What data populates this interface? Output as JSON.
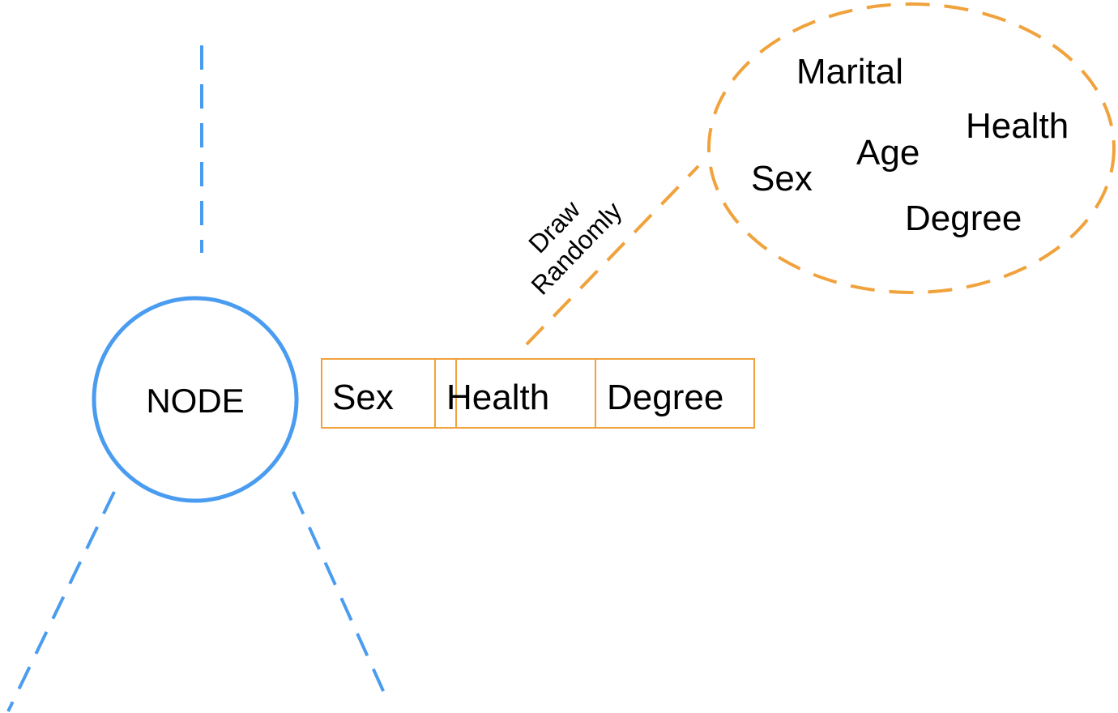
{
  "node": {
    "label": "NODE"
  },
  "selected_features": [
    "Sex",
    "Health",
    "Degree"
  ],
  "feature_pool": {
    "marital": "Marital",
    "health": "Health",
    "age": "Age",
    "sex": "Sex",
    "degree": "Degree"
  },
  "draw_label": {
    "line1": "Draw",
    "line2": "Randomly"
  },
  "colors": {
    "tree": "#4a9cf0",
    "sampling": "#f0a23c",
    "text": "#000000",
    "background": "#ffffff"
  }
}
